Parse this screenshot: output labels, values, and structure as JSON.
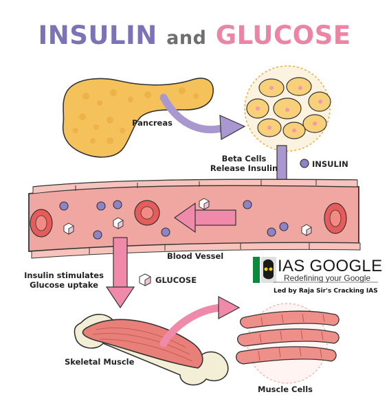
{
  "title": {
    "part1": "INSULIN",
    "part2": "and",
    "part3": "GLUCOSE"
  },
  "labels": {
    "pancreas": "Pancreas",
    "beta_cells_line1": "Beta Cells",
    "beta_cells_line2": "Release Insulin",
    "insulin": "INSULIN",
    "blood_vessel": "Blood Vessel",
    "stimulates_line1": "Insulin stimulates",
    "stimulates_line2": "Glucose uptake",
    "glucose": "GLUCOSE",
    "skeletal_muscle": "Skeletal Muscle",
    "muscle_cells": "Muscle Cells"
  },
  "brand": {
    "name": "IAS GOOGLE",
    "tagline": "Redefining your Google",
    "led_by": "Led by Raja Sir's Cracking IAS"
  },
  "colors": {
    "title_insulin": "#7b73b5",
    "title_and": "#6f6f6f",
    "title_glucose": "#ec84a4",
    "purple_arrow": "#a998cf",
    "pink_arrow": "#ef8aaa",
    "vessel": "#f0a7a2",
    "pancreas": "#f5c15a",
    "insulin_dot": "#8c84c6"
  }
}
